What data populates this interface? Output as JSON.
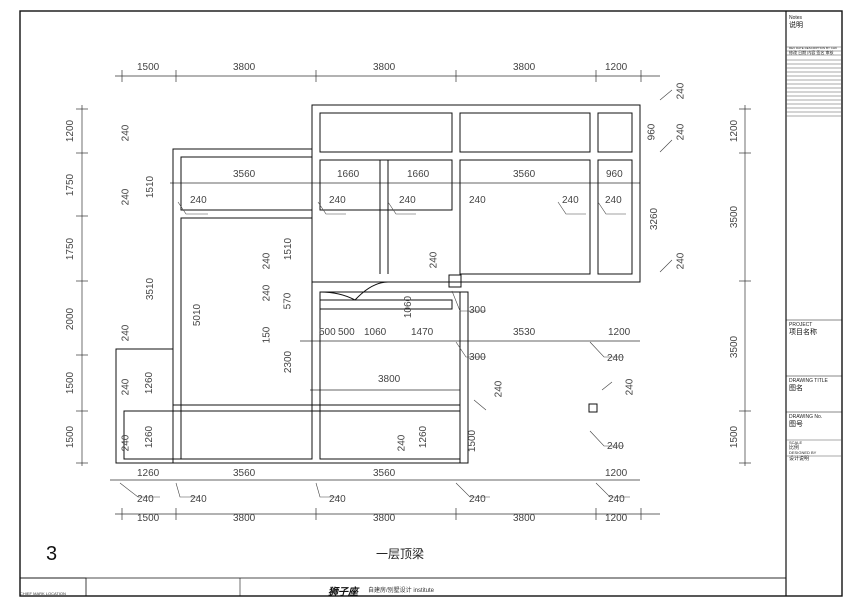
{
  "sheet": {
    "number": "3",
    "drawing_title": "一层顶梁",
    "brand_name": "狮子座",
    "brand_subtitle": "自建房/别墅设计 institute",
    "chief_label": "CHIEF  MARK  LOCATION"
  },
  "title_block": {
    "notes_label": "Notes",
    "notes_cn": "说明",
    "rev_header_small": "REV   DATE   DESCRIPTION   BY   CHK",
    "rev_header_cn": "修改  日期  内容  签名  审核",
    "project_en": "PROJECT",
    "project_cn": "项目名称",
    "drawing_title_en": "DRAWING TITLE",
    "drawing_title_cn": "图名",
    "drawing_no_en": "DRAWING No.",
    "drawing_no_cn": "图号",
    "scale_en": "SCALE",
    "scale_cn": "比例",
    "designer_en": "DESIGNED BY",
    "designer_cn": "设计说明"
  },
  "dimensions": {
    "top": [
      "1500",
      "3800",
      "3800",
      "3800",
      "1200"
    ],
    "bottom": [
      "1500",
      "3800",
      "3800",
      "3800",
      "1200"
    ],
    "left": [
      "1200",
      "1750",
      "1750",
      "2000",
      "1500",
      "1500"
    ],
    "right": [
      "1200",
      "3500",
      "3500",
      "1500"
    ],
    "labels_h": [
      "3560",
      "1660",
      "1660",
      "3560",
      "960",
      "500",
      "500",
      "1060",
      "1470",
      "3530",
      "1200",
      "3800",
      "1260",
      "3560",
      "3560",
      "1200",
      "300",
      "300"
    ],
    "labels_v": [
      "240",
      "1510",
      "240",
      "3510",
      "240",
      "240",
      "1260",
      "240",
      "1260",
      "5010",
      "150",
      "2300",
      "240",
      "1510",
      "240",
      "570",
      "240",
      "1060",
      "240",
      "1260",
      "1500",
      "240",
      "240",
      "960",
      "240",
      "3260",
      "240",
      "240"
    ],
    "beam_labels": [
      "240",
      "240",
      "240",
      "240",
      "240",
      "240",
      "240",
      "240",
      "240",
      "240",
      "240",
      "240",
      "240"
    ]
  }
}
